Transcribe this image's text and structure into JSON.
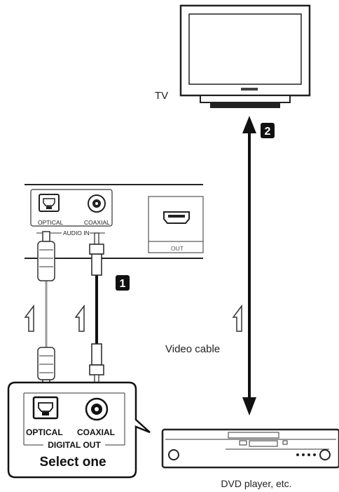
{
  "tv": {
    "label": "TV"
  },
  "receiver_panel": {
    "optical_label": "OPTICAL",
    "coaxial_label": "COAXIAL",
    "audio_in_label": "AUDIO IN",
    "hdmi_out_label": "OUT"
  },
  "steps": {
    "step1": "1",
    "step2": "2"
  },
  "video_cable_label": "Video cable",
  "source_panel": {
    "optical_label": "OPTICAL",
    "coaxial_label": "COAXIAL",
    "digital_out_label": "DIGITAL OUT",
    "select_label": "Select one"
  },
  "dvd_player": {
    "label": "DVD player, etc."
  }
}
